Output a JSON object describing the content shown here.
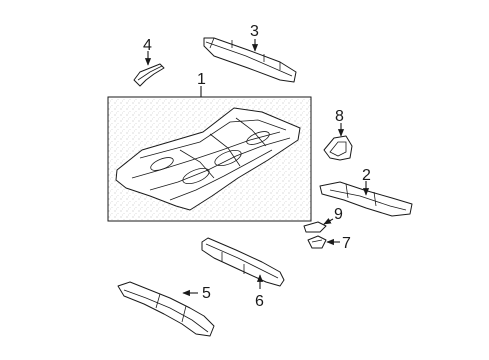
{
  "callouts": {
    "c1": "1",
    "c2": "2",
    "c3": "3",
    "c4": "4",
    "c5": "5",
    "c6": "6",
    "c7": "7",
    "c8": "8",
    "c9": "9"
  },
  "colors": {
    "line": "#1a1a1a",
    "background": "#ffffff",
    "speckle": "#9a9a9a"
  }
}
